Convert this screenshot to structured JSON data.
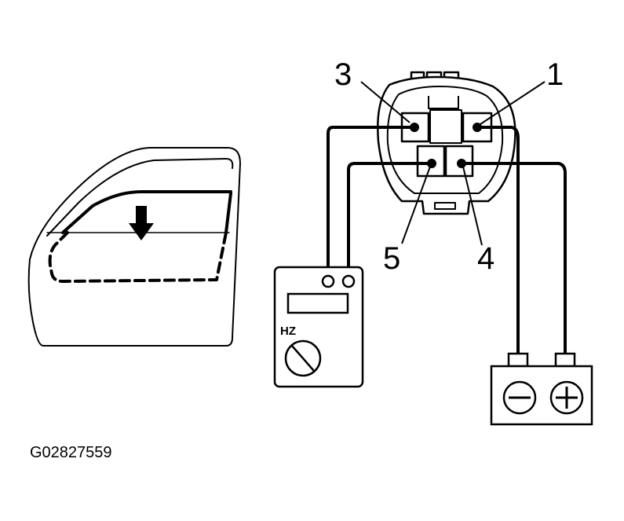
{
  "diagram": {
    "connector_terminals": {
      "t3": "3",
      "t1": "1",
      "t5": "5",
      "t4": "4"
    },
    "meter_mode_label": "HZ",
    "figure_code": "G02827559"
  },
  "colors": {
    "line": "#000000",
    "background": "#ffffff"
  }
}
